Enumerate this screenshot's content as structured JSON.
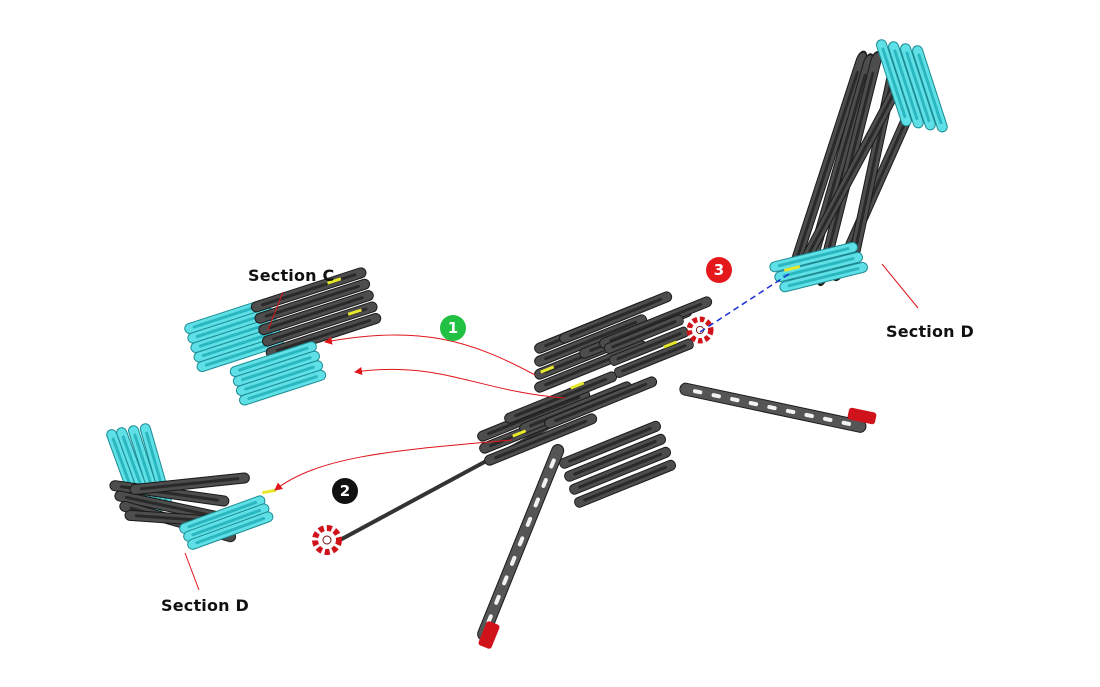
{
  "labels": {
    "section_c": "Section C",
    "section_d_right": "Section D",
    "section_d_left": "Section D"
  },
  "steps": [
    {
      "number": "1",
      "color": "#22c043"
    },
    {
      "number": "2",
      "color": "#111111"
    },
    {
      "number": "3",
      "color": "#e5191c"
    }
  ],
  "colors": {
    "beam_dark": "#4d4d4d",
    "beam_outline": "#1a1a1a",
    "beam_cyan": "#5fe0e6",
    "connector_red": "#d0121b",
    "leader_red": "#e0141b",
    "dash_blue": "#1a2fd6",
    "highlight_yellow": "#e8e82a"
  }
}
